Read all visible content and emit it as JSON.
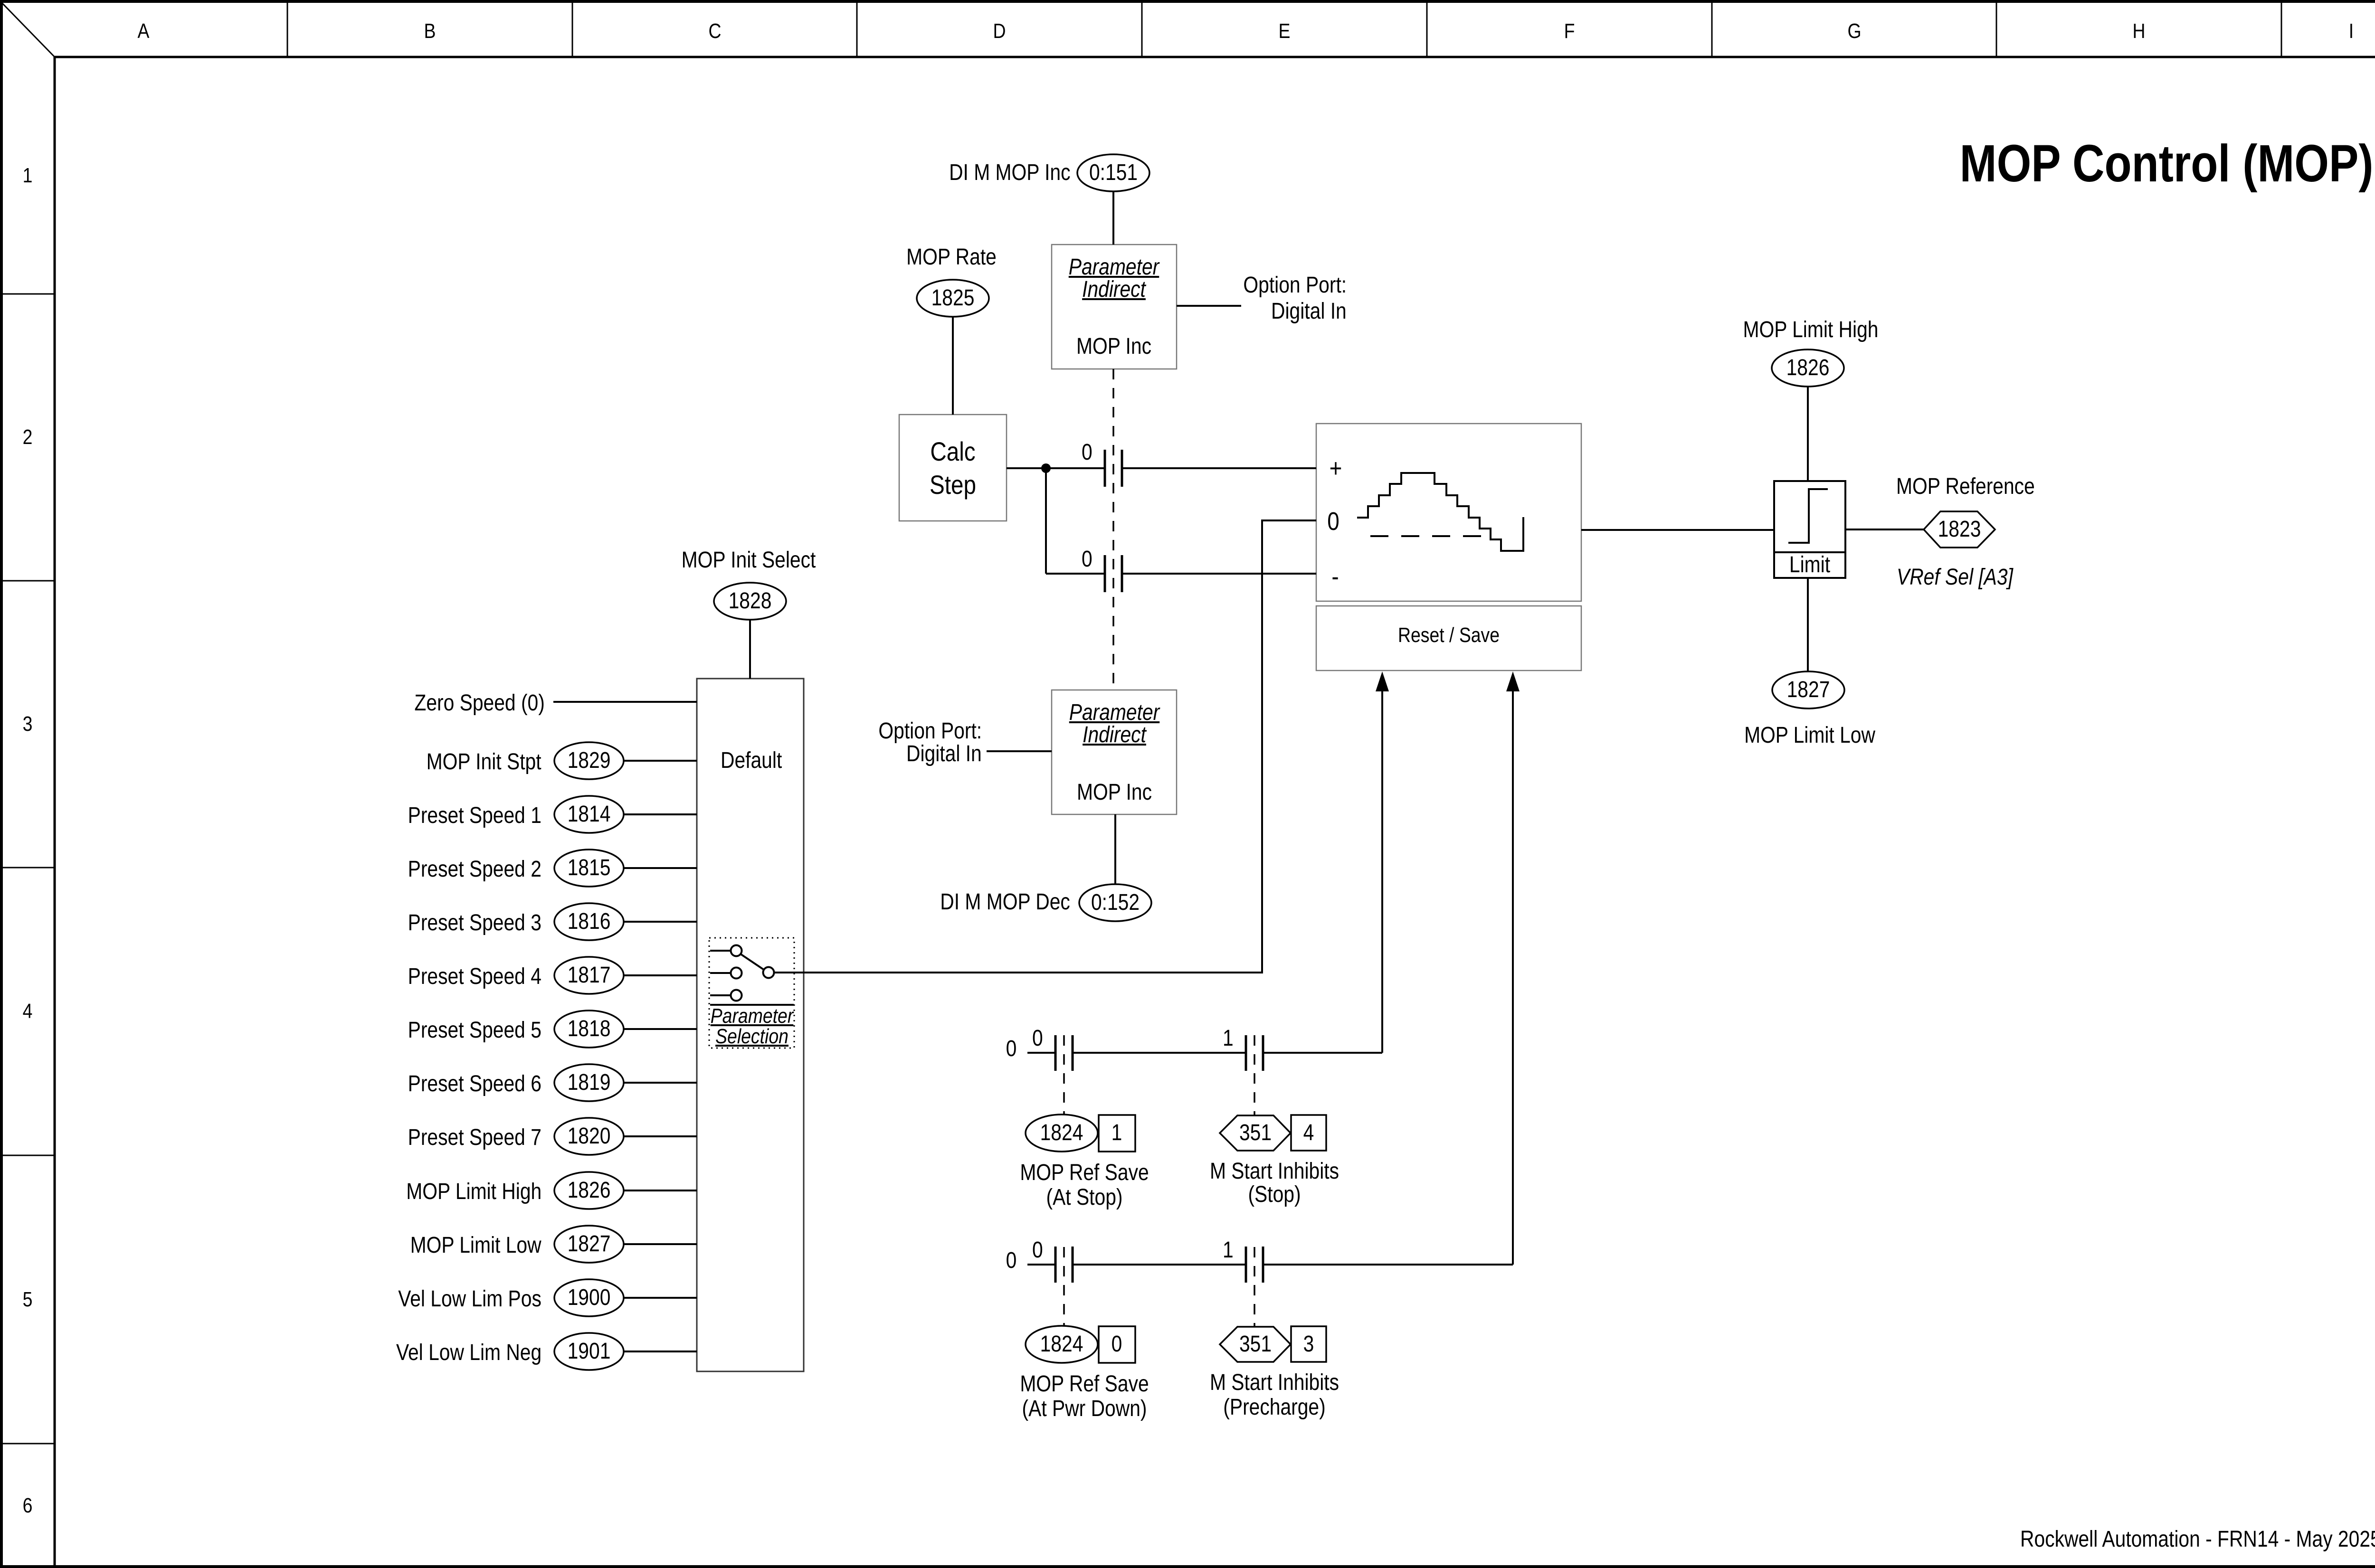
{
  "sheet": {
    "columns": [
      "A",
      "B",
      "C",
      "D",
      "E",
      "F",
      "G",
      "H",
      "I"
    ],
    "rows": [
      "1",
      "2",
      "3",
      "4",
      "5",
      "6"
    ],
    "title": "MOP Control (MOP)",
    "footer": "Rockwell Automation - FRN14 - May 2025"
  },
  "diagram": {
    "di_mop_inc": {
      "label": "DI M MOP Inc",
      "value": "0:151"
    },
    "mop_rate": {
      "label": "MOP Rate",
      "value": "1825"
    },
    "param_indirect_inc": {
      "line1": "Parameter",
      "line2": "Indirect",
      "sub": "MOP Inc"
    },
    "option_port_inc": {
      "line1": "Option Port:",
      "line2": "Digital In"
    },
    "calc_step": {
      "line1": "Calc",
      "line2": "Step"
    },
    "ramp": {
      "plus": "+",
      "zero": "0",
      "minus": "-"
    },
    "contact_inc_label": "0",
    "contact_dec_label": "0",
    "reset_save": "Reset / Save",
    "mop_limit_high": {
      "label": "MOP Limit High",
      "value": "1826"
    },
    "limit_box": {
      "label": "Limit"
    },
    "mop_reference": {
      "label": "MOP Reference",
      "value": "1823",
      "sub": "VRef Sel [A3]"
    },
    "mop_limit_low": {
      "label": "MOP Limit Low",
      "value": "1827"
    },
    "mop_init_select": {
      "label": "MOP Init Select",
      "value": "1828"
    },
    "selector": {
      "default_label": "Default",
      "switch_line1": "Parameter",
      "switch_line2": "Selection"
    },
    "left_params": [
      {
        "label": "Zero Speed (0)",
        "value": ""
      },
      {
        "label": "MOP Init Stpt",
        "value": "1829"
      },
      {
        "label": "Preset Speed 1",
        "value": "1814"
      },
      {
        "label": "Preset Speed 2",
        "value": "1815"
      },
      {
        "label": "Preset Speed 3",
        "value": "1816"
      },
      {
        "label": "Preset Speed 4",
        "value": "1817"
      },
      {
        "label": "Preset Speed 5",
        "value": "1818"
      },
      {
        "label": "Preset Speed 6",
        "value": "1819"
      },
      {
        "label": "Preset Speed 7",
        "value": "1820"
      },
      {
        "label": "MOP Limit High",
        "value": "1826"
      },
      {
        "label": "MOP Limit Low",
        "value": "1827"
      },
      {
        "label": "Vel Low Lim Pos",
        "value": "1900"
      },
      {
        "label": "Vel Low Lim Neg",
        "value": "1901"
      }
    ],
    "param_indirect_dec": {
      "line1": "Parameter",
      "line2": "Indirect",
      "sub": "MOP Inc"
    },
    "option_port_dec": {
      "line1": "Option Port:",
      "line2": "Digital In"
    },
    "di_mop_dec": {
      "label": "DI M MOP Dec",
      "value": "0:152"
    },
    "rung_stop": {
      "source": "0",
      "c1": "0",
      "c2": "1",
      "save": {
        "value": "1824",
        "bit": "1",
        "line1": "MOP Ref Save",
        "line2": "(At Stop)"
      },
      "inhibit": {
        "value": "351",
        "bit": "4",
        "line1": "M Start Inhibits",
        "line2": "(Stop)"
      }
    },
    "rung_pwr": {
      "source": "0",
      "c1": "0",
      "c2": "1",
      "save": {
        "value": "1824",
        "bit": "0",
        "line1": "MOP Ref Save",
        "line2": "(At Pwr Down)"
      },
      "inhibit": {
        "value": "351",
        "bit": "3",
        "line1": "M Start Inhibits",
        "line2": "(Precharge)"
      }
    }
  }
}
